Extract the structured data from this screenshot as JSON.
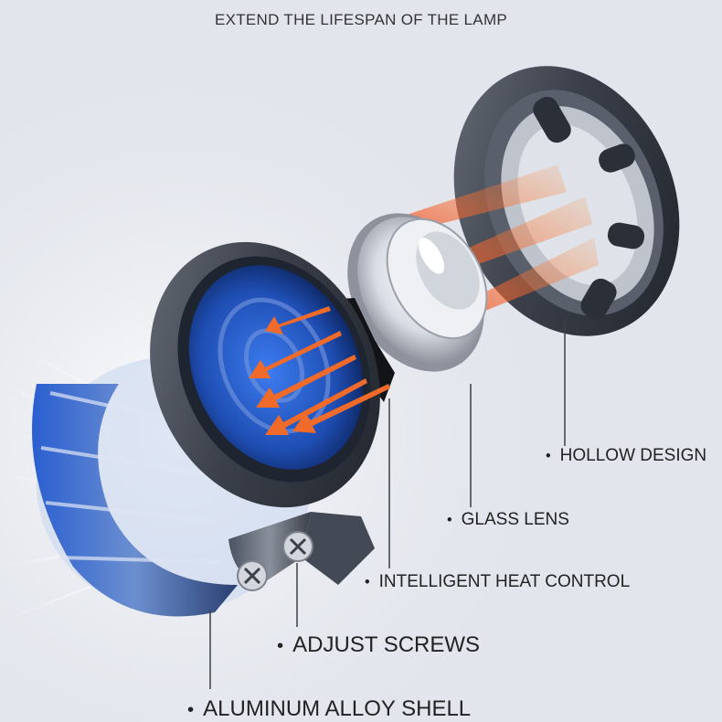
{
  "header": {
    "title": "EXTEND THE LIFESPAN OF THE LAMP"
  },
  "callouts": {
    "hollow_design": "HOLLOW DESIGN",
    "glass_lens": "GLASS LENS",
    "heat_control": "INTELLIGENT HEAT CONTROL",
    "adjust_screws": "ADJUST SCREWS",
    "aluminum_shell": "ALUMINUM ALLOY SHELL"
  },
  "colors": {
    "background": "#e2e5ec",
    "metal_dark": "#2b2f38",
    "heat_arrow": "#f06a2a",
    "cooling_blue": "#2f6de0"
  }
}
